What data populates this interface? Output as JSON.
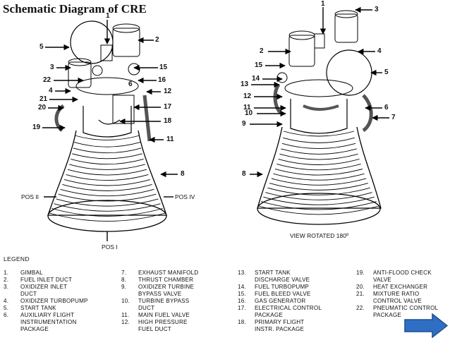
{
  "title": "Schematic Diagram of CRE",
  "left_view": {
    "callouts": [
      "1",
      "2",
      "3",
      "4",
      "5",
      "6",
      "8",
      "11",
      "12",
      "15",
      "16",
      "17",
      "18",
      "19",
      "20",
      "21",
      "22"
    ],
    "positions": {
      "left": "POS II",
      "right": "POS IV",
      "bottom": "POS I"
    }
  },
  "right_view": {
    "callouts": [
      "1",
      "2",
      "3",
      "4",
      "5",
      "6",
      "7",
      "8",
      "9",
      "10",
      "11",
      "12",
      "13",
      "14",
      "15"
    ],
    "caption": "VIEW ROTATED 180º"
  },
  "legend": {
    "title": "LEGEND",
    "columns": [
      [
        {
          "num": "1.",
          "lines": [
            "GIMBAL"
          ]
        },
        {
          "num": "2.",
          "lines": [
            "FUEL INLET DUCT"
          ]
        },
        {
          "num": "3.",
          "lines": [
            "OXIDIZER INLET",
            "DUCT"
          ]
        },
        {
          "num": "4.",
          "lines": [
            "OXIDIZER TURBOPUMP"
          ]
        },
        {
          "num": "5.",
          "lines": [
            "START TANK"
          ]
        },
        {
          "num": "6.",
          "lines": [
            "AUXILIARY FLIGHT",
            "INSTRUMENTATION",
            "PACKAGE"
          ]
        }
      ],
      [
        {
          "num": "7.",
          "lines": [
            "EXHAUST MANIFOLD"
          ]
        },
        {
          "num": "8.",
          "lines": [
            "THRUST CHAMBER"
          ]
        },
        {
          "num": "9.",
          "lines": [
            "OXIDIZER TURBINE",
            "BYPASS VALVE"
          ]
        },
        {
          "num": "10.",
          "lines": [
            "TURBINE BYPASS",
            "DUCT"
          ]
        },
        {
          "num": "11.",
          "lines": [
            "MAIN FUEL VALVE"
          ]
        },
        {
          "num": "12.",
          "lines": [
            "HIGH PRESSURE",
            "FUEL DUCT"
          ]
        }
      ],
      [
        {
          "num": "13.",
          "lines": [
            "START TANK",
            "DISCHARGE VALVE"
          ]
        },
        {
          "num": "14.",
          "lines": [
            "FUEL TURBOPUMP"
          ]
        },
        {
          "num": "15.",
          "lines": [
            "FUEL BLEED VALVE"
          ]
        },
        {
          "num": "16.",
          "lines": [
            "GAS GENERATOR"
          ]
        },
        {
          "num": "17.",
          "lines": [
            "ELECTRICAL CONTROL",
            "PACKAGE"
          ]
        },
        {
          "num": "18.",
          "lines": [
            "PRIMARY FLIGHT",
            "INSTR. PACKAGE"
          ]
        }
      ],
      [
        {
          "num": "19.",
          "lines": [
            "ANTI-FLOOD CHECK",
            "VALVE"
          ]
        },
        {
          "num": "20.",
          "lines": [
            "HEAT EXCHANGER"
          ]
        },
        {
          "num": "21.",
          "lines": [
            "MIXTURE RATIO",
            "CONTROL VALVE"
          ]
        },
        {
          "num": "22.",
          "lines": [
            "PNEUMATIC CONTROL",
            "PACKAGE"
          ]
        }
      ]
    ]
  },
  "next_button": {
    "icon": "right-arrow-icon",
    "color": "#2f6fc3",
    "border": "#1e4f93"
  }
}
